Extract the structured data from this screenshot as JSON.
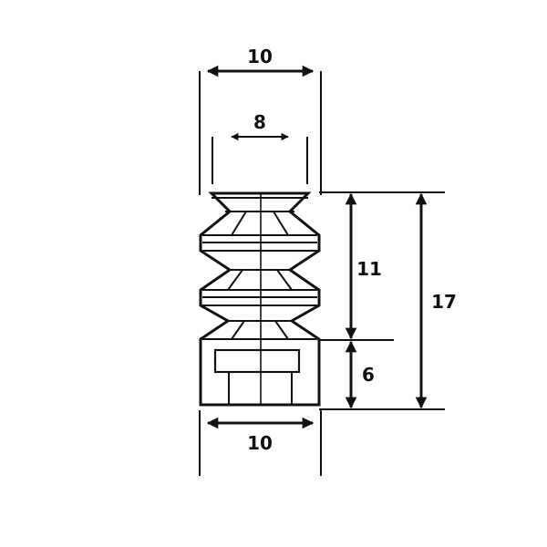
{
  "colors": {
    "ink": "#111111",
    "background": "#ffffff"
  },
  "dimensions": {
    "top_outer_width": "10",
    "top_inner_width": "8",
    "bellows_height": "11",
    "total_height": "17",
    "base_height": "6",
    "bottom_width": "10"
  }
}
